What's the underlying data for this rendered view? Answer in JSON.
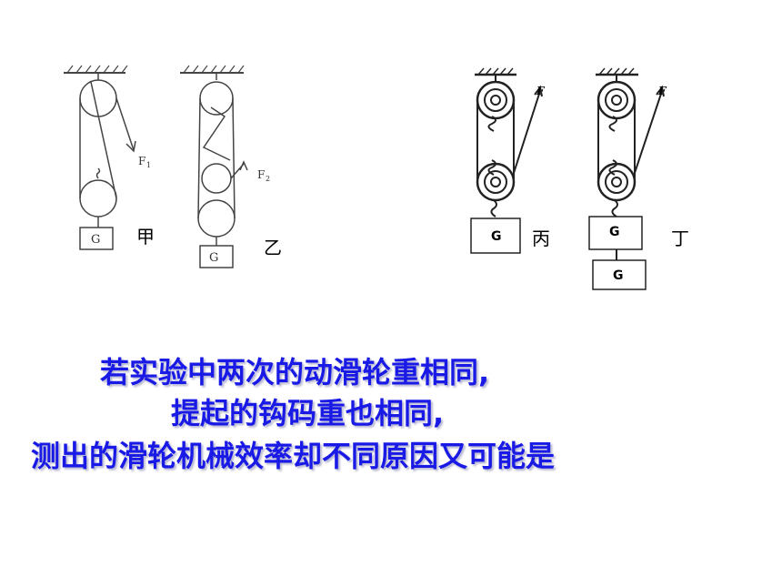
{
  "labels": {
    "jia": "甲",
    "yi": "乙",
    "bing": "丙",
    "ding": "丁",
    "f1": "F",
    "f1_sub": "1",
    "f2": "F",
    "f2_sub": "2",
    "f_bing": "F",
    "f_ding": "F",
    "g": "G"
  },
  "question": {
    "line1": "若实验中两次的动滑轮重相同,",
    "line2": "提起的钩码重也相同,",
    "line3": "测出的滑轮机械效率却不同原因又可能是"
  },
  "colors": {
    "question_text": "#1a1ae6",
    "line": "#333333"
  }
}
